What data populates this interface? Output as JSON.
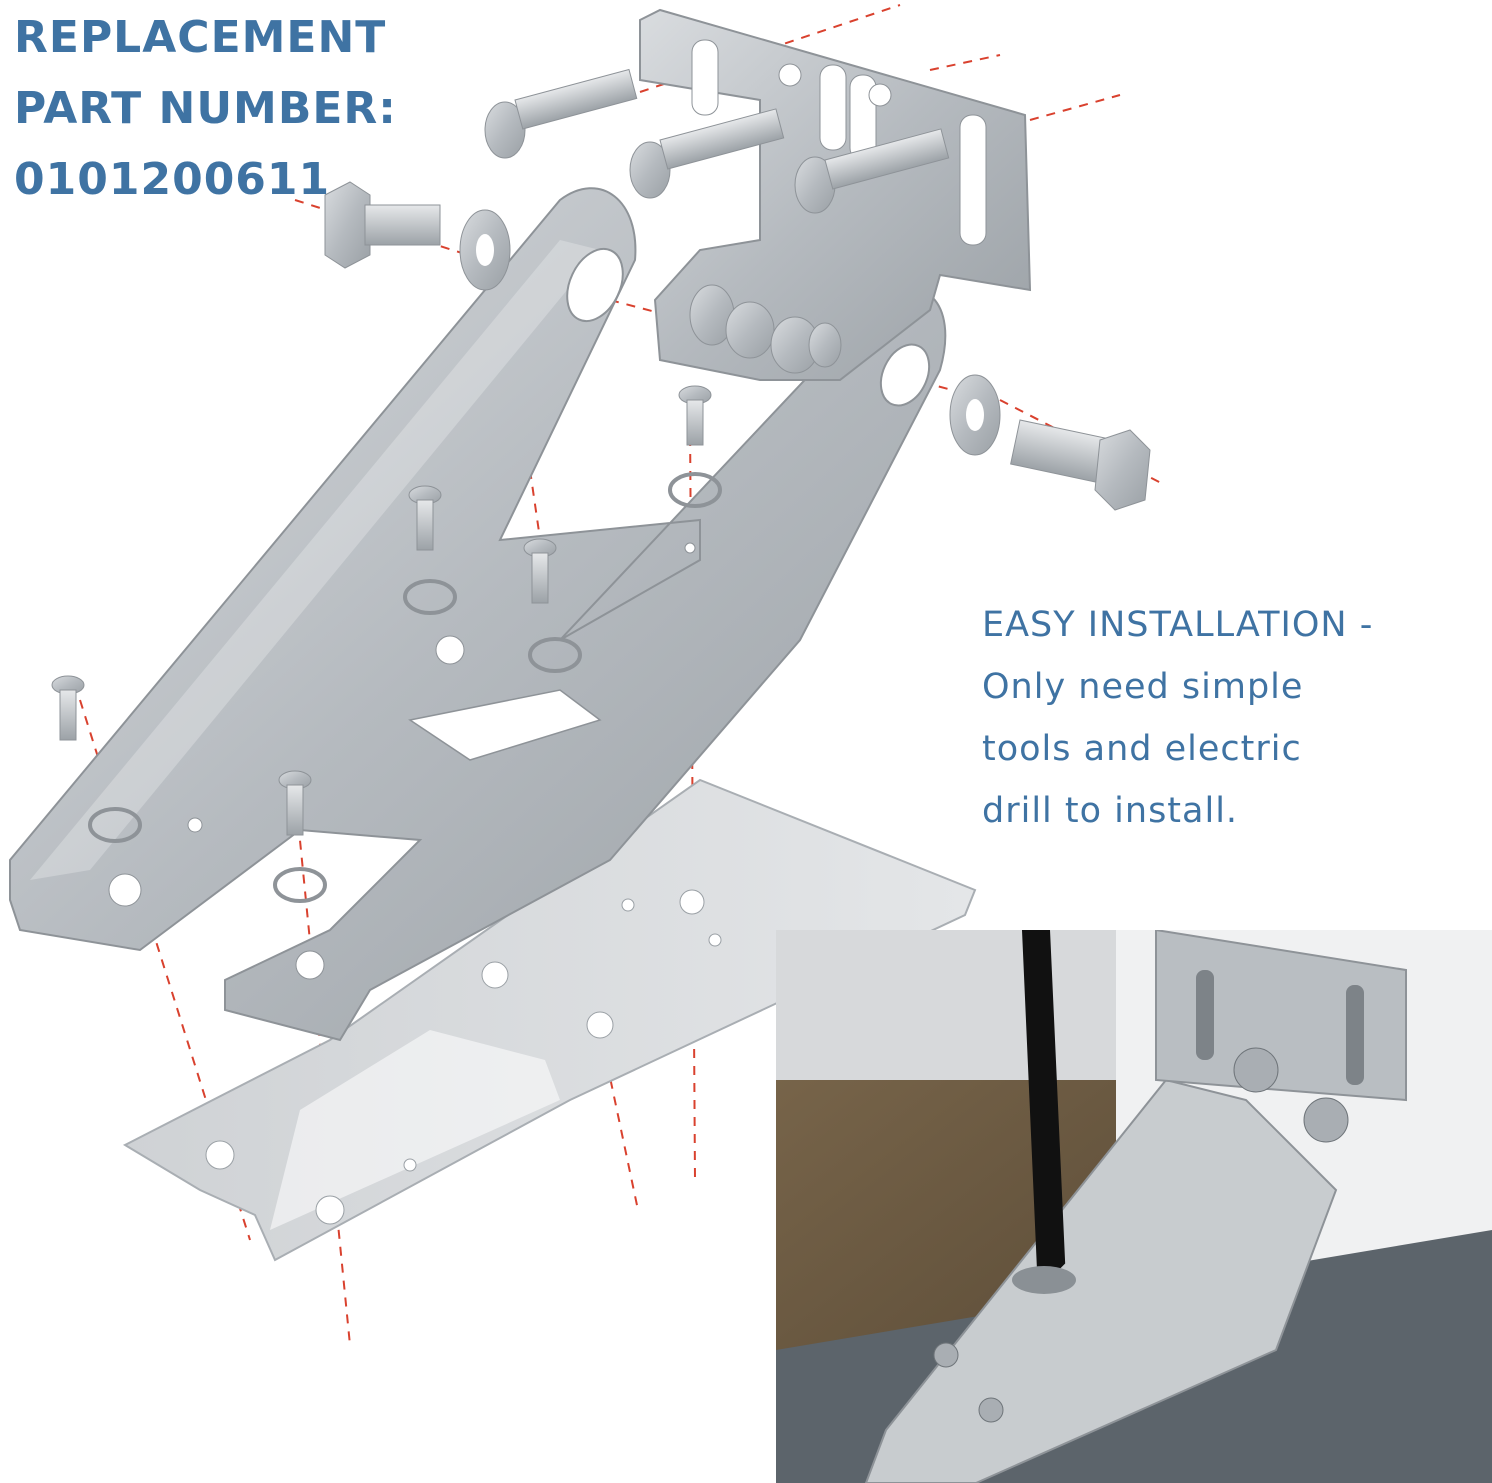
{
  "headline": {
    "line1": "REPLACEMENT",
    "line2": "PART NUMBER:",
    "line3": "0101200611"
  },
  "feature": {
    "line1": "EASY INSTALLATION -",
    "line2": "Only need simple",
    "line3": "tools and electric",
    "line4": "drill to install."
  },
  "colors": {
    "text_blue": "#3f73a3",
    "guide_red": "#d9412e",
    "steel": "#bfc3c7",
    "steel_dark": "#8e9398",
    "ground_brown": "#6f5a40",
    "motor_grey": "#5c646b"
  },
  "icons": [
    "screw-icon",
    "lock-washer-icon",
    "nut-icon",
    "bolt-icon",
    "washer-icon"
  ]
}
